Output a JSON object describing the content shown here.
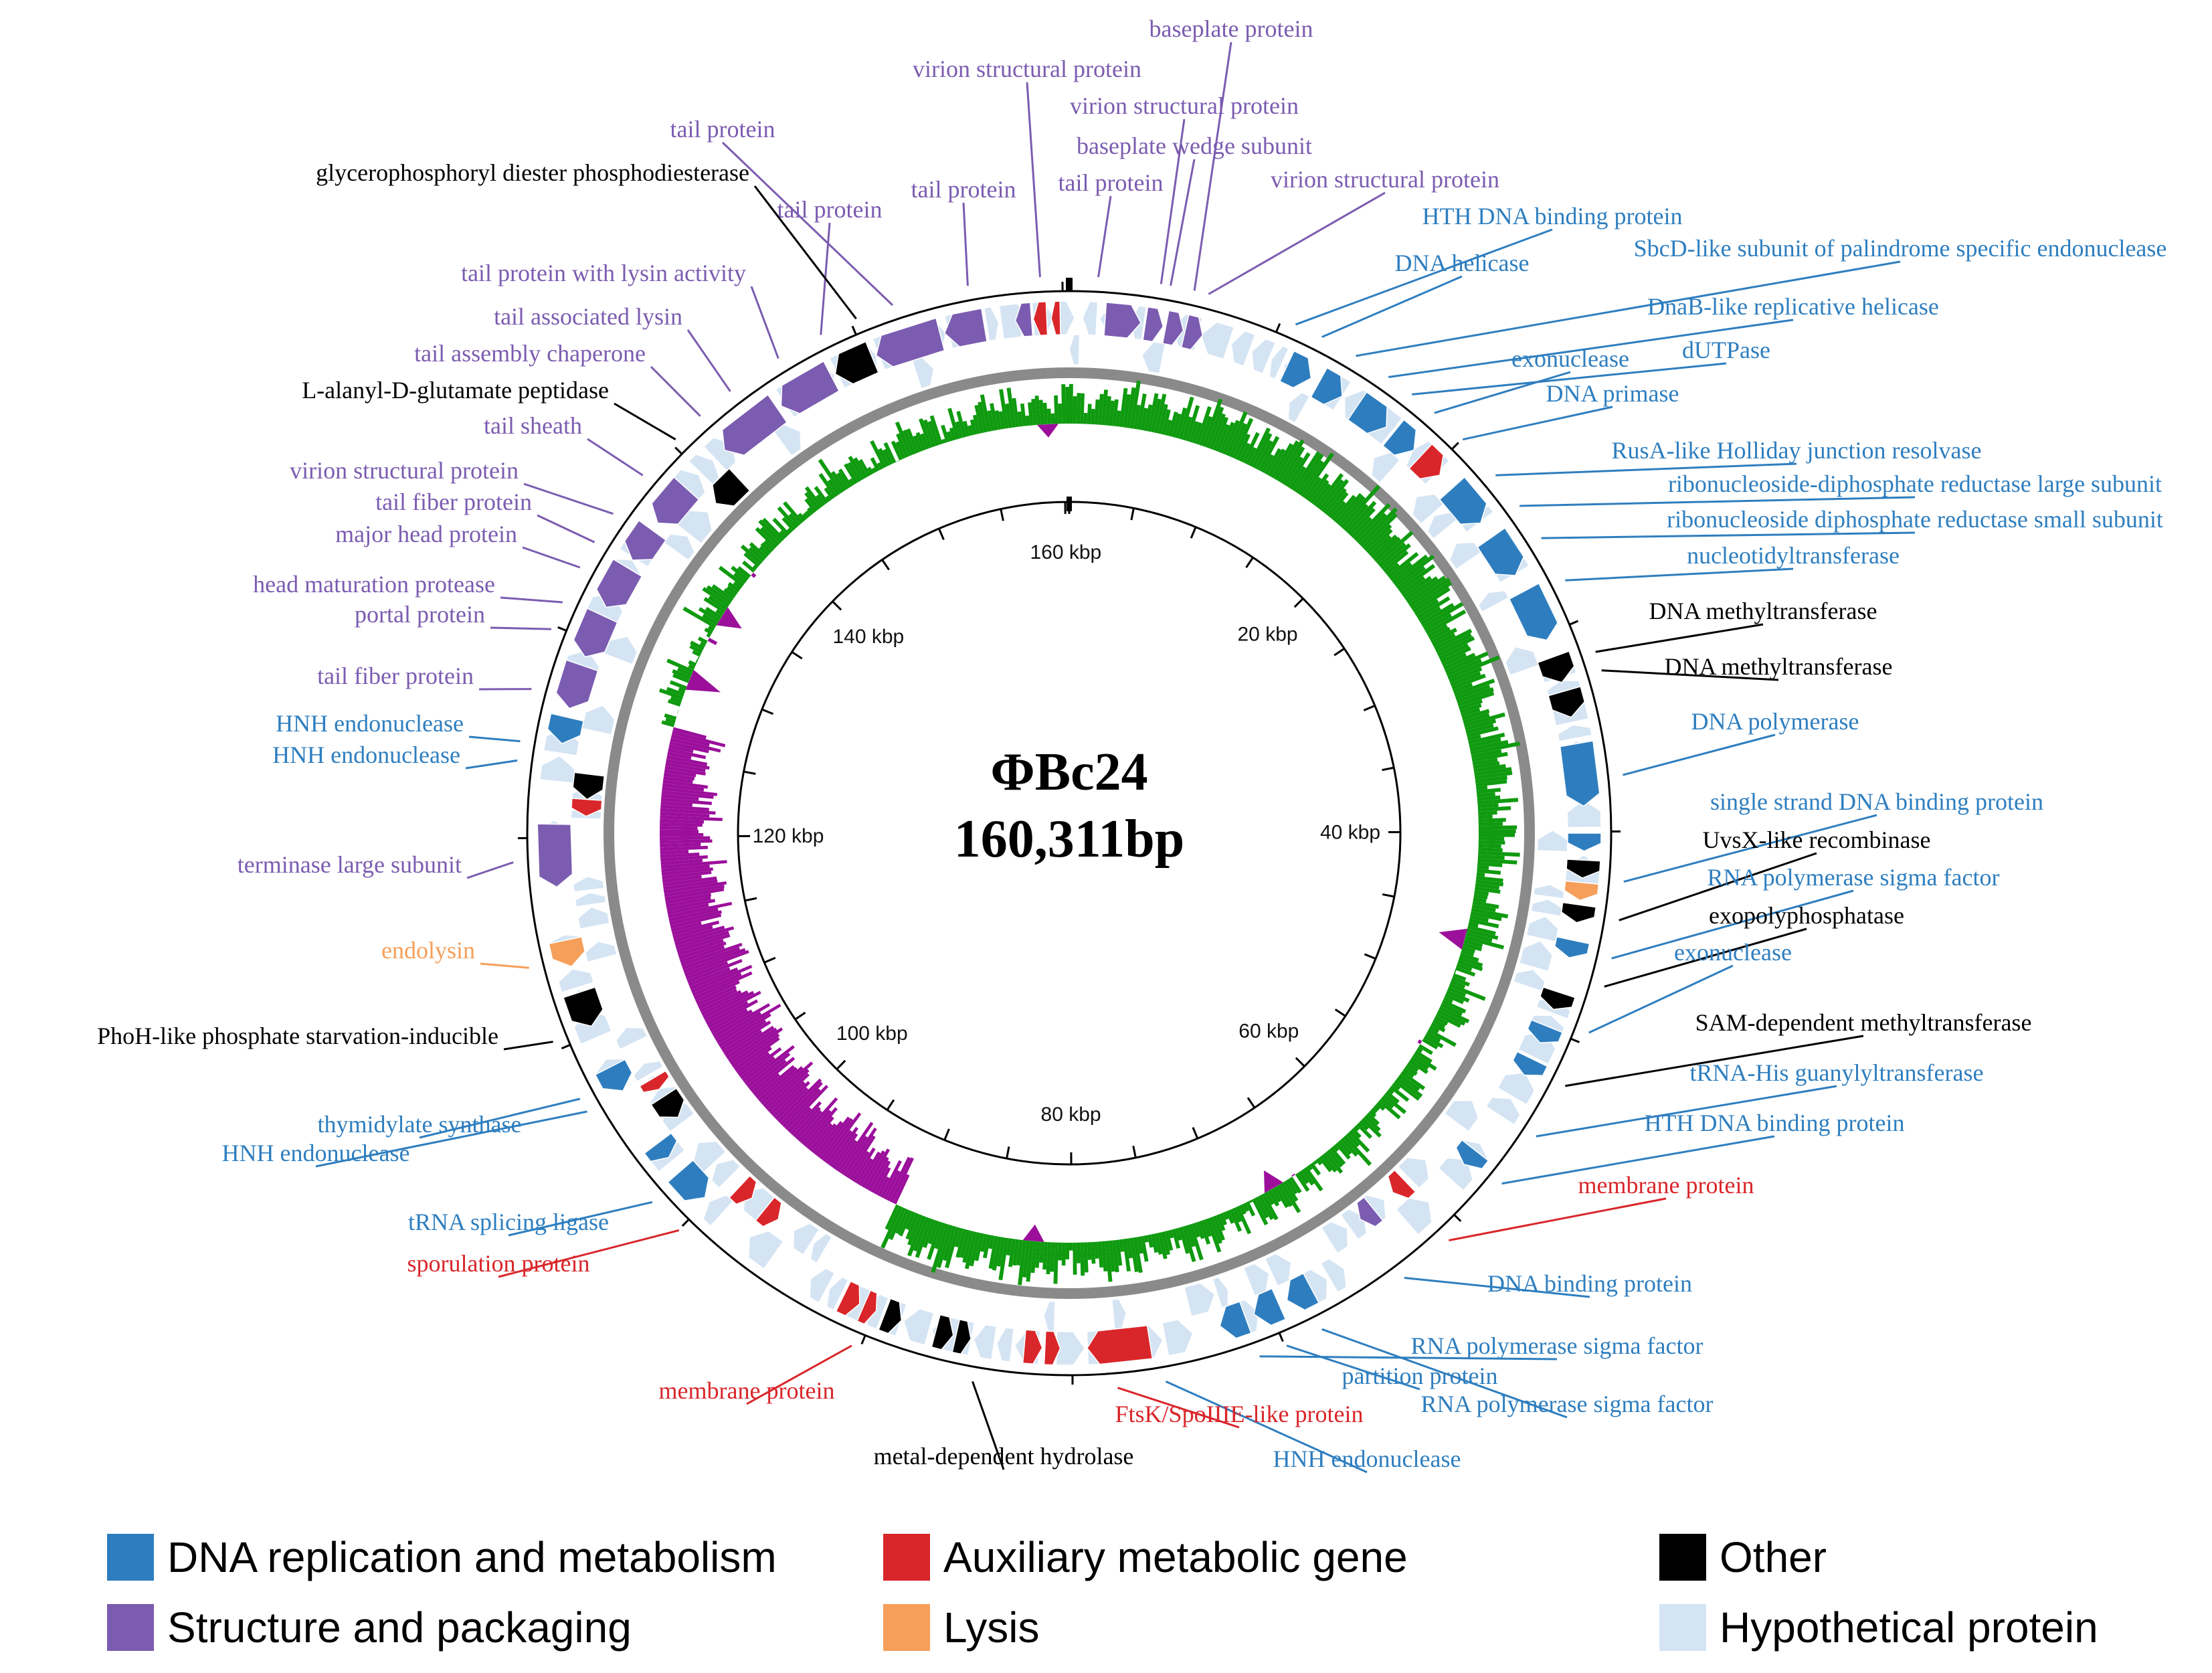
{
  "genome": {
    "name": "ΦBc24",
    "size_label": "160,311bp",
    "length_bp": 160311
  },
  "colors": {
    "dna": "#2e7ebf",
    "structure": "#7b5cb0",
    "auxiliary": "#d9262a",
    "lysis": "#f59f5a",
    "other": "#000000",
    "hypothetical": "#d4e4f3",
    "gc_positive": "#0f9a0f",
    "gc_negative": "#9b0f9b"
  },
  "kbp_ticks": [
    {
      "kbp": 20,
      "label": "20 kbp"
    },
    {
      "kbp": 40,
      "label": "40 kbp"
    },
    {
      "kbp": 60,
      "label": "60 kbp"
    },
    {
      "kbp": 80,
      "label": "80 kbp"
    },
    {
      "kbp": 100,
      "label": "100 kbp"
    },
    {
      "kbp": 120,
      "label": "120 kbp"
    },
    {
      "kbp": 140,
      "label": "140 kbp"
    },
    {
      "kbp": 160,
      "label": "160 kbp"
    }
  ],
  "annotations": [
    {
      "text": "baseplate protein",
      "cat": "structure"
    },
    {
      "text": "virion structural protein",
      "cat": "structure"
    },
    {
      "text": "virion structural protein",
      "cat": "structure"
    },
    {
      "text": "baseplate wedge subunit",
      "cat": "structure"
    },
    {
      "text": "tail protein",
      "cat": "structure"
    },
    {
      "text": "virion structural protein",
      "cat": "structure"
    },
    {
      "text": "tail protein",
      "cat": "structure"
    },
    {
      "text": "tail protein",
      "cat": "structure"
    },
    {
      "text": "tail protein",
      "cat": "structure"
    },
    {
      "text": "glycerophosphoryl diester phosphodiesterase",
      "cat": "other"
    },
    {
      "text": "tail protein with lysin activity",
      "cat": "structure"
    },
    {
      "text": "tail associated lysin",
      "cat": "structure"
    },
    {
      "text": "tail assembly chaperone",
      "cat": "structure"
    },
    {
      "text": "L-alanyl-D-glutamate peptidase",
      "cat": "other"
    },
    {
      "text": "tail sheath",
      "cat": "structure"
    },
    {
      "text": "virion structural protein",
      "cat": "structure"
    },
    {
      "text": "tail fiber protein",
      "cat": "structure"
    },
    {
      "text": "major head protein",
      "cat": "structure"
    },
    {
      "text": "head maturation protease",
      "cat": "structure"
    },
    {
      "text": "portal protein",
      "cat": "structure"
    },
    {
      "text": "tail fiber protein",
      "cat": "structure"
    },
    {
      "text": "HNH endonuclease",
      "cat": "dna"
    },
    {
      "text": "HNH endonuclease",
      "cat": "dna"
    },
    {
      "text": "terminase large subunit",
      "cat": "structure"
    },
    {
      "text": "endolysin",
      "cat": "lysis"
    },
    {
      "text": "PhoH-like phosphate starvation-inducible",
      "cat": "other"
    },
    {
      "text": "thymidylate synthase",
      "cat": "dna"
    },
    {
      "text": "HNH endonuclease",
      "cat": "dna"
    },
    {
      "text": "tRNA splicing ligase",
      "cat": "dna"
    },
    {
      "text": "sporulation protein",
      "cat": "auxiliary"
    },
    {
      "text": "membrane protein",
      "cat": "auxiliary"
    },
    {
      "text": "metal-dependent hydrolase",
      "cat": "other"
    },
    {
      "text": "FtsK/SpoIIIE-like protein",
      "cat": "auxiliary"
    },
    {
      "text": "HNH endonuclease",
      "cat": "dna"
    },
    {
      "text": "RNA polymerase sigma factor",
      "cat": "dna"
    },
    {
      "text": "partition protein",
      "cat": "dna"
    },
    {
      "text": "RNA polymerase sigma factor",
      "cat": "dna"
    },
    {
      "text": "DNA binding protein",
      "cat": "dna"
    },
    {
      "text": "membrane protein",
      "cat": "auxiliary"
    },
    {
      "text": "HTH DNA binding protein",
      "cat": "dna"
    },
    {
      "text": "tRNA-His guanylyltransferase",
      "cat": "dna"
    },
    {
      "text": "SAM-dependent methyltransferase",
      "cat": "other"
    },
    {
      "text": "exonuclease",
      "cat": "dna"
    },
    {
      "text": "exopolyphosphatase",
      "cat": "other"
    },
    {
      "text": "RNA polymerase sigma factor",
      "cat": "dna"
    },
    {
      "text": "UvsX-like recombinase",
      "cat": "other"
    },
    {
      "text": "single strand DNA binding protein",
      "cat": "dna"
    },
    {
      "text": "DNA polymerase",
      "cat": "dna"
    },
    {
      "text": "DNA methyltransferase",
      "cat": "other"
    },
    {
      "text": "DNA methyltransferase",
      "cat": "other"
    },
    {
      "text": "nucleotidyltransferase",
      "cat": "dna"
    },
    {
      "text": "ribonucleoside diphosphate reductase small subunit",
      "cat": "dna"
    },
    {
      "text": "ribonucleoside-diphosphate reductase large subunit",
      "cat": "dna"
    },
    {
      "text": "RusA-like Holliday junction resolvase",
      "cat": "dna"
    },
    {
      "text": "DNA primase",
      "cat": "dna"
    },
    {
      "text": "exonuclease",
      "cat": "dna"
    },
    {
      "text": "dUTPase",
      "cat": "dna"
    },
    {
      "text": "DnaB-like replicative helicase",
      "cat": "dna"
    },
    {
      "text": "SbcD-like subunit of palindrome specific endonuclease",
      "cat": "dna"
    },
    {
      "text": "DNA helicase",
      "cat": "dna"
    },
    {
      "text": "HTH DNA binding protein",
      "cat": "dna"
    }
  ],
  "legend": [
    {
      "label": "DNA replication and metabolism",
      "cat": "dna"
    },
    {
      "label": "Auxiliary metabolic gene",
      "cat": "auxiliary"
    },
    {
      "label": "Other",
      "cat": "other"
    },
    {
      "label": "Structure and packaging",
      "cat": "structure"
    },
    {
      "label": "Lysis",
      "cat": "lysis"
    },
    {
      "label": "Hypothetical protein",
      "cat": "hypothetical"
    }
  ]
}
